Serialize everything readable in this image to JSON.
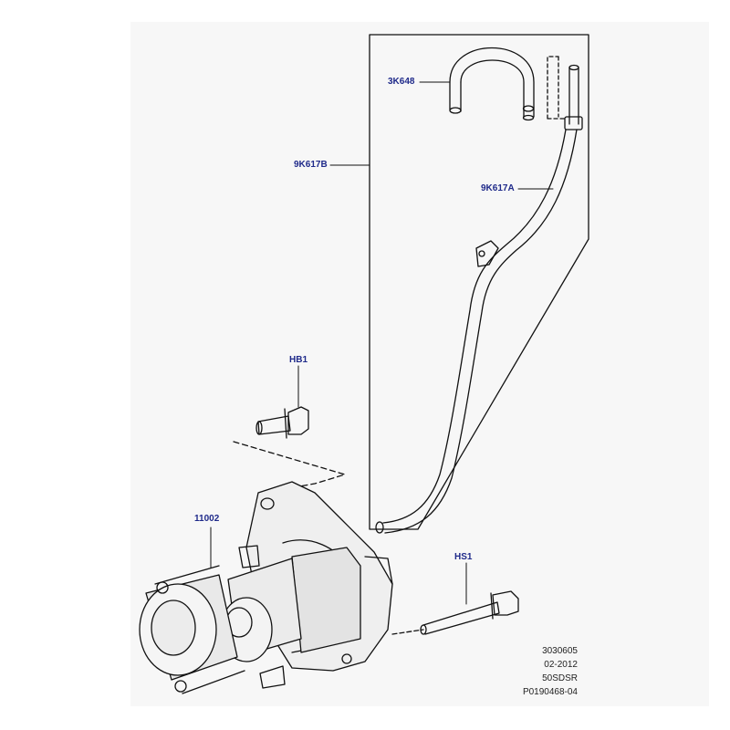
{
  "labels": {
    "hose_clamp": "3K648",
    "hose_main": "9K617B",
    "hose_pipe": "9K617A",
    "bolt_top": "HB1",
    "starter": "11002",
    "bolt_side": "HS1"
  },
  "meta": {
    "line1": "3030605",
    "line2": "02-2012",
    "line3": "50SDSR",
    "line4": "P0190468-04"
  }
}
